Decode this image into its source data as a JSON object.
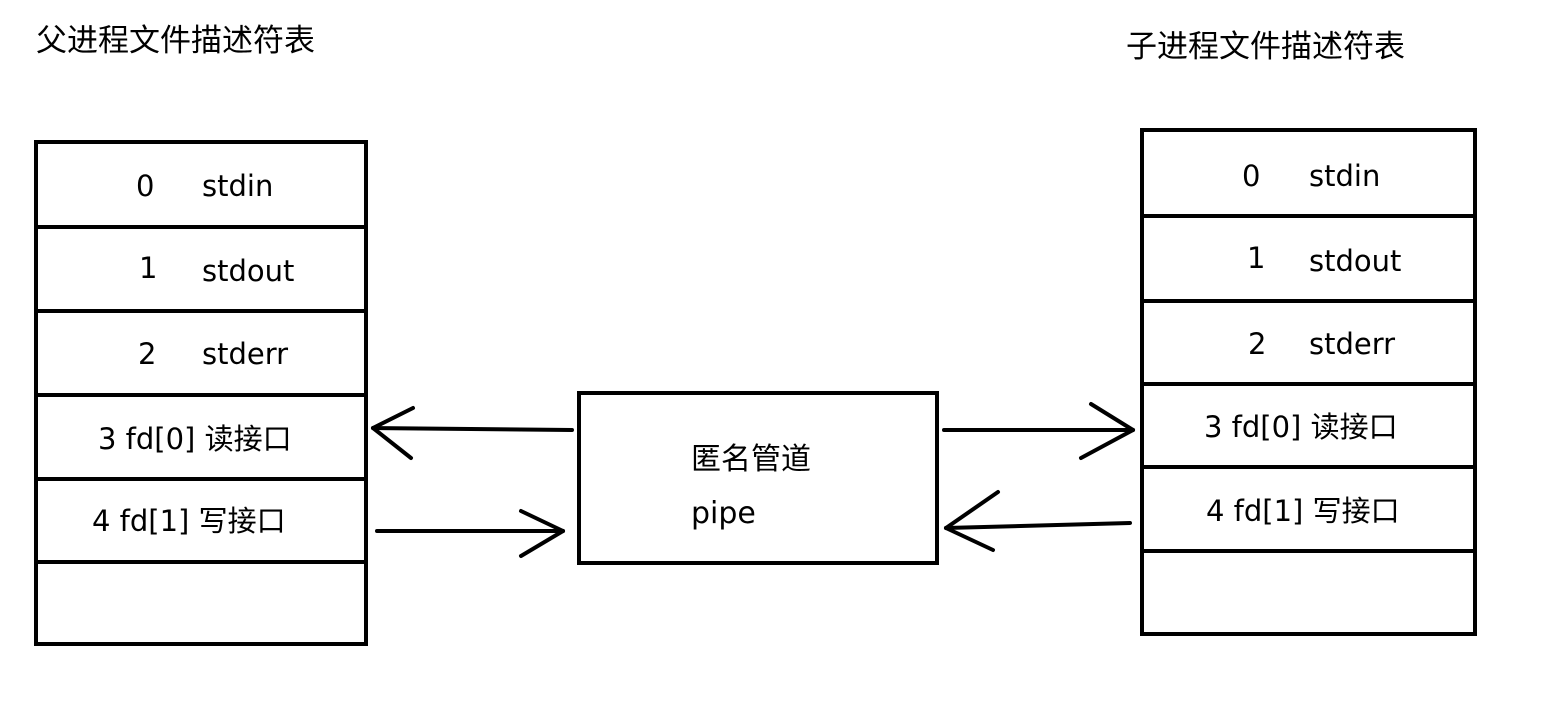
{
  "parent": {
    "title": "父进程文件描述符表",
    "rows": [
      {
        "num": "0",
        "name": "stdin"
      },
      {
        "num": "1",
        "name": "stdout"
      },
      {
        "num": "2",
        "name": "stderr"
      },
      {
        "label": "3  fd[0] 读接口"
      },
      {
        "label": "4 fd[1] 写接口"
      },
      {
        "label": ""
      }
    ]
  },
  "child": {
    "title": "子进程文件描述符表",
    "rows": [
      {
        "num": "0",
        "name": "stdin"
      },
      {
        "num": "1",
        "name": "stdout"
      },
      {
        "num": "2",
        "name": "stderr"
      },
      {
        "label": "3  fd[0] 读接口"
      },
      {
        "label": "4 fd[1] 写接口"
      },
      {
        "label": ""
      }
    ]
  },
  "pipe": {
    "name": "匿名管道",
    "sub": "pipe"
  }
}
